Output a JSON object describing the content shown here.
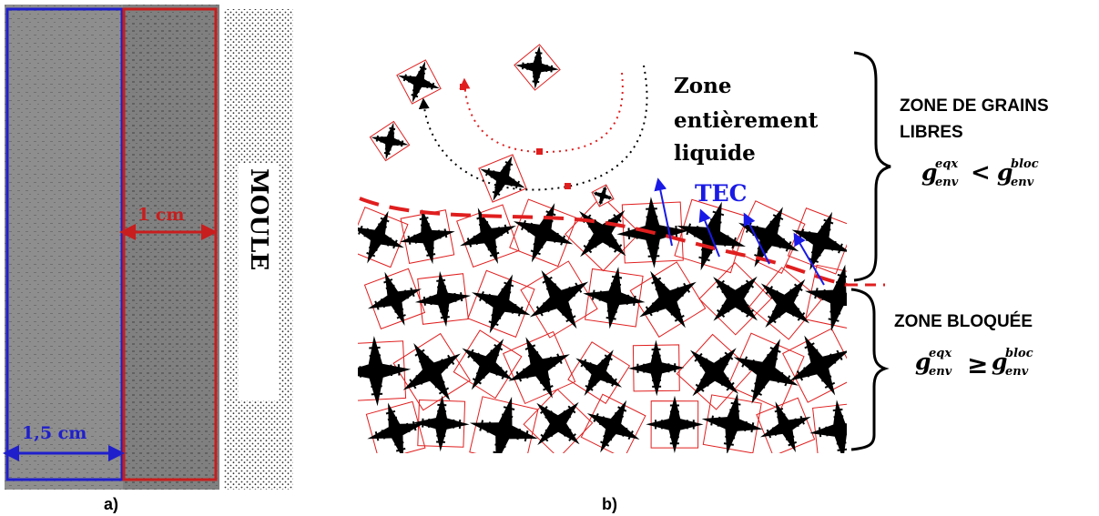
{
  "panel_a": {
    "caption": "a)",
    "mould_label": "MOULE",
    "red_width_label": "1 cm",
    "blue_width_label": "1,5 cm",
    "colors": {
      "blue_frame": "#1f1fcc",
      "red_frame": "#c81e1e",
      "photo_gray": "#8e8e8e"
    }
  },
  "panel_b": {
    "caption": "b)",
    "liquid_zone": [
      "Zone",
      "entièrement",
      "liquide"
    ],
    "tec_label": "TEC",
    "free_zone": {
      "title_line1": "ZONE DE GRAINS",
      "title_line2": "LIBRES",
      "lhs": "g",
      "lhs_sub": "env",
      "lhs_sup": "eqx",
      "relation": "<",
      "rhs": "g",
      "rhs_sub": "env",
      "rhs_sup": "bloc"
    },
    "blocked_zone": {
      "title": "ZONE BLOQUÉE",
      "lhs": "g",
      "lhs_sub": "env",
      "lhs_sup": "eqx",
      "relation": "≥",
      "rhs": "g",
      "rhs_sub": "env",
      "rhs_sup": "bloc"
    },
    "colors": {
      "envelope": "#e01e1e",
      "tec": "#1a1ae6",
      "grain": "#000000"
    }
  }
}
